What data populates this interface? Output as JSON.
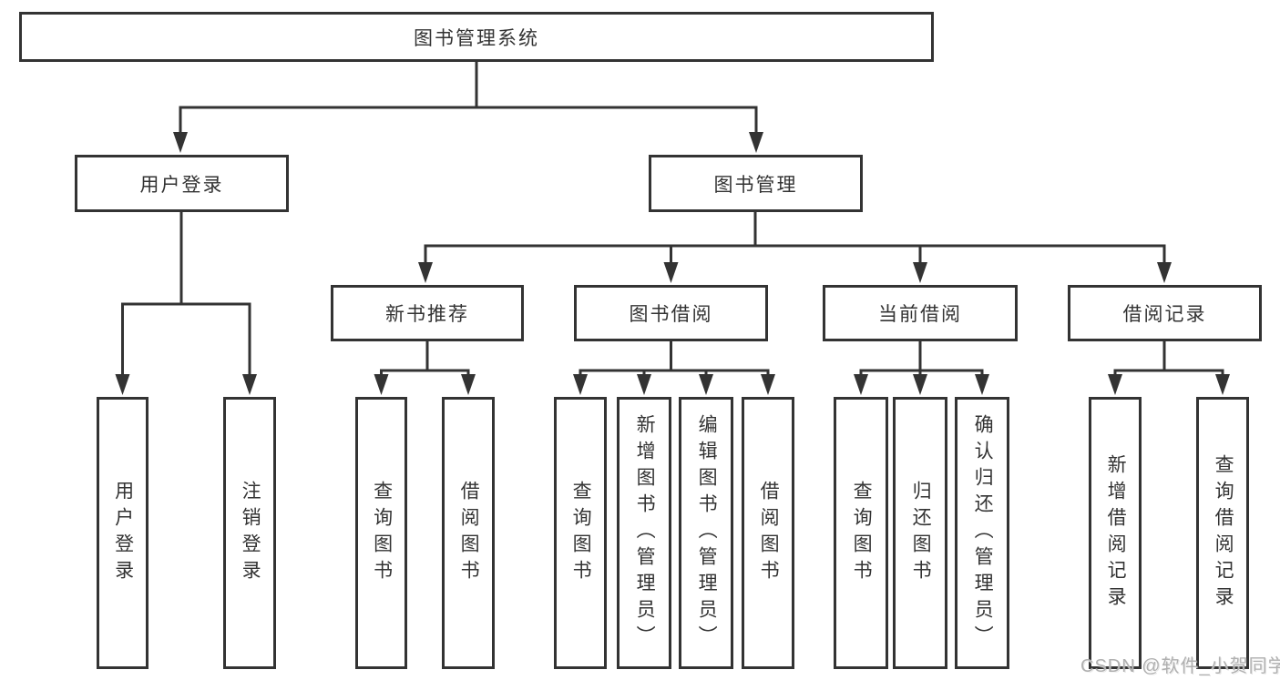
{
  "nodes": {
    "root": "图书管理系统",
    "user_login": "用户登录",
    "book_management": "图书管理",
    "new_book_recommend": "新书推荐",
    "book_borrow": "图书借阅",
    "current_borrow": "当前借阅",
    "borrow_records": "借阅记录",
    "leaf_user_login": "用户登录",
    "leaf_logout": "注销登录",
    "leaf_recommend_query_books": "查询图书",
    "leaf_recommend_borrow_books": "借阅图书",
    "leaf_borrow_query_books": "查询图书",
    "leaf_borrow_add_books": "新增图书（管理员）",
    "leaf_borrow_edit_books": "编辑图书（管理员）",
    "leaf_borrow_borrow_books": "借阅图书",
    "leaf_current_query_books": "查询图书",
    "leaf_current_return_books": "归还图书",
    "leaf_current_confirm_return": "确认归还（管理员）",
    "leaf_records_add_record": "新增借阅记录",
    "leaf_records_query_record": "查询借阅记录"
  },
  "watermark": "CSDN @软件_小贺同学",
  "colors": {
    "line": "#333333",
    "text": "#333333",
    "background": "#ffffff",
    "watermark": "#b0b0b0"
  }
}
